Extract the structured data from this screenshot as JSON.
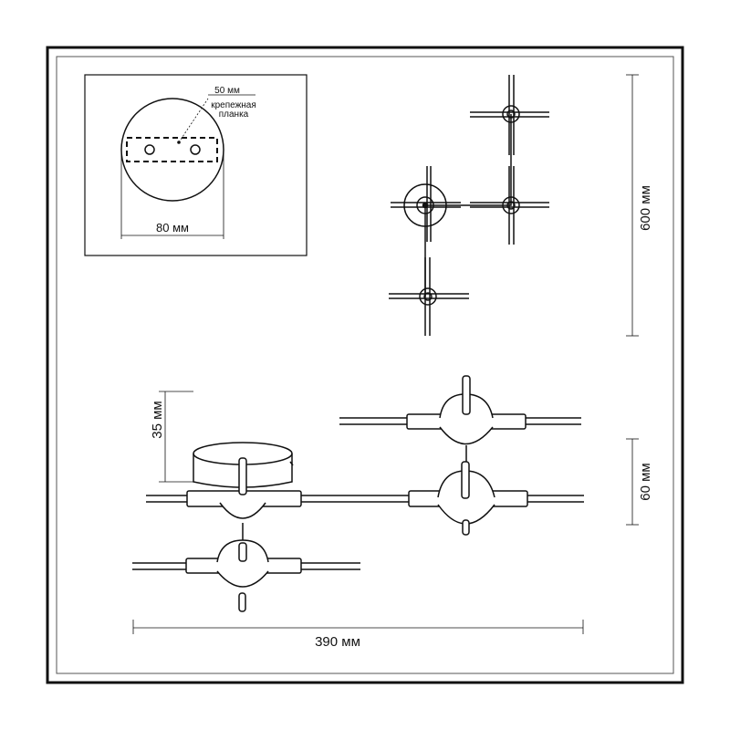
{
  "dimensions": {
    "mount_plate_width": "50 мм",
    "mount_plate_label": "крепежная\nпланка",
    "mount_plate_label_line1": "крепежная",
    "mount_plate_label_line2": "планка",
    "base_diameter": "80 мм",
    "total_height": "600 мм",
    "base_depth": "35 мм",
    "body_depth": "60 мм",
    "total_width": "390 мм"
  },
  "colors": {
    "line": "#111111",
    "frame": "#111111",
    "inner_frame": "#555555",
    "background": "#ffffff"
  }
}
